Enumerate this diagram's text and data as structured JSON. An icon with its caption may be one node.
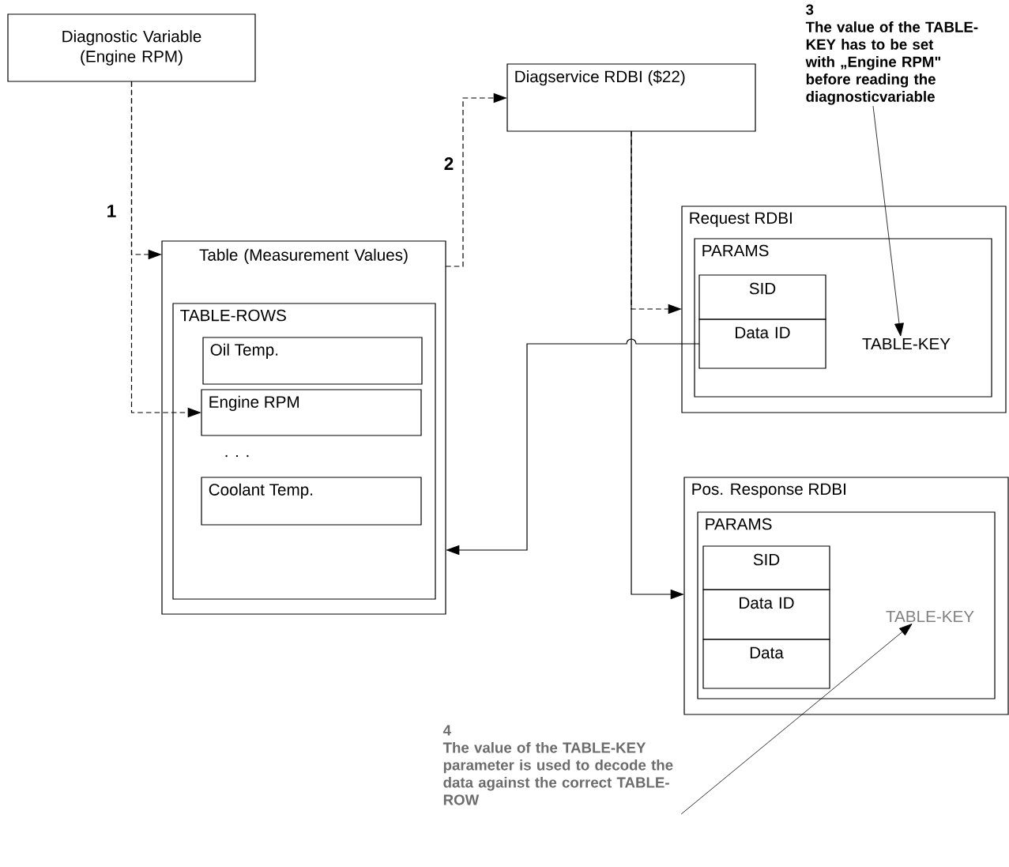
{
  "diagram": {
    "nodes": [
      {
        "text": [
          "Diagnostic Variable (Engine RPM)"
        ]
      },
      {
        "text": [
          "Table (Measurement Values)"
        ]
      },
      {
        "text": [
          "TABLE-ROWS"
        ],
        "in": 1
      },
      {
        "text": [
          "Oil Temp."
        ],
        "in": 2
      },
      {
        "text": [
          "Engine RPM"
        ],
        "in": 2
      },
      {
        "text": [
          "Coolant Temp."
        ],
        "in": 2
      },
      {
        "text": [
          "Diagservice RDBI ($22)"
        ]
      },
      {
        "text": [
          "Request RDBI"
        ]
      },
      {
        "text": [
          "PARAMS"
        ],
        "in": 7
      },
      {
        "text": [
          "SID"
        ],
        "in": 8
      },
      {
        "text": [
          "Data ID"
        ],
        "in": 8
      },
      {
        "text": [
          "TABLE-KEY"
        ],
        "in": 8
      },
      {
        "text": [
          "Pos. Response RDBI"
        ]
      },
      {
        "text": [
          "PARAMS"
        ],
        "in": 12
      },
      {
        "text": [
          "SID"
        ],
        "in": 13
      },
      {
        "text": [
          "Data ID"
        ],
        "in": 13
      },
      {
        "text": [
          "Data"
        ],
        "in": 13
      },
      {
        "text": [
          "TABLE-KEY"
        ],
        "in": 13
      },
      {
        "text": [
          "3",
          "The value of the TABLE-KEY has to be set with „Engine RPM\" before reading the diagnosticvariable"
        ]
      },
      {
        "text": [
          "4",
          "The value of the TABLE-KEY parameter is used to decode the data against the correct TABLE-ROW"
        ]
      }
    ],
    "edges": [
      {
        "from": 0,
        "to": 1,
        "arrow": "to",
        "style": "dashed",
        "label": "1"
      },
      {
        "from": 0,
        "to": 4,
        "arrow": "to",
        "style": "dashed"
      },
      {
        "from": 1,
        "to": 6,
        "arrow": "to",
        "style": "dashed",
        "label": "2"
      },
      {
        "from": 6,
        "to": 7,
        "arrow": "to",
        "style": "dashed"
      },
      {
        "from": 6,
        "to": 12,
        "arrow": "to"
      },
      {
        "from": 10,
        "to": 1,
        "arrow": "to"
      },
      {
        "from": 18,
        "to": 11,
        "arrow": "to"
      },
      {
        "from": 19,
        "to": 17,
        "arrow": "to"
      }
    ],
    "labels": [
      ". . ."
    ]
  }
}
